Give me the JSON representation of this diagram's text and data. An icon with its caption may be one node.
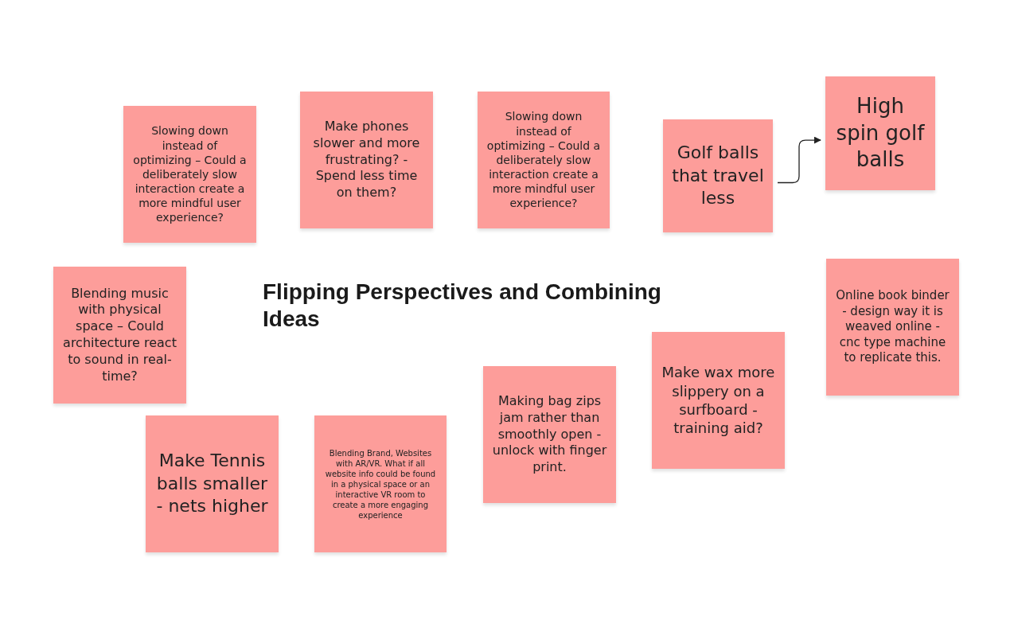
{
  "diagram": {
    "title": "Flipping Perspectives and Combining Ideas",
    "nodes": [
      {
        "text": [
          "Slowing down instead of optimizing – Could a deliberately slow interaction create a more mindful user experience?"
        ]
      },
      {
        "text": [
          "Make phones slower and more frustrating? - Spend less time on them?"
        ]
      },
      {
        "text": [
          "Slowing down instead of optimizing – Could a deliberately slow interaction create a more mindful user experience?"
        ]
      },
      {
        "text": [
          "Golf balls that travel less"
        ]
      },
      {
        "text": [
          "High spin golf balls"
        ]
      },
      {
        "text": [
          "Online book binder - design way it is weaved online - cnc type machine to replicate this."
        ]
      },
      {
        "text": [
          "Blending music with physical space – Could architecture react to sound in real-time?"
        ]
      },
      {
        "text": [
          "Make wax more slippery on a surfboard - training aid?"
        ]
      },
      {
        "text": [
          "Making bag zips jam rather than smoothly open - unlock with finger print."
        ]
      },
      {
        "text": [
          "Make Tennis balls smaller - nets higher"
        ]
      },
      {
        "text": [
          "Blending Brand, Websites with AR/VR. What if all website info could be found in a physical space or an interactive VR room to create a more engaging experience"
        ]
      }
    ],
    "edges": [
      {
        "from": 3,
        "to": 4,
        "arrow": "to"
      }
    ]
  }
}
